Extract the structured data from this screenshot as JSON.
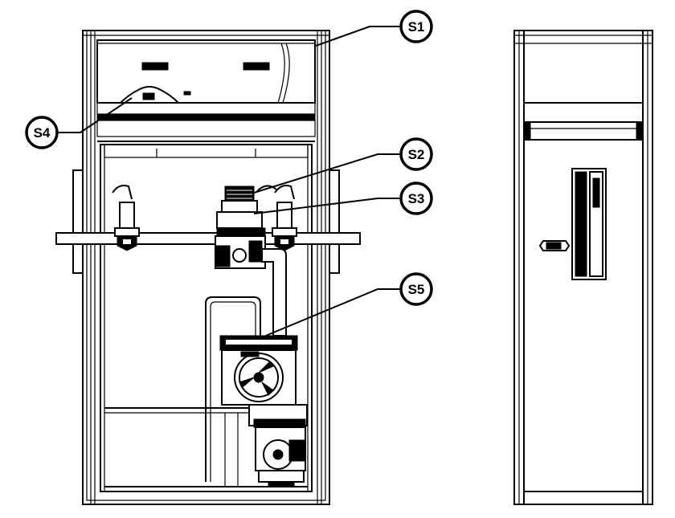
{
  "callouts": [
    {
      "id": "s1",
      "label": "S1"
    },
    {
      "id": "s2",
      "label": "S2"
    },
    {
      "id": "s3",
      "label": "S3"
    },
    {
      "id": "s4",
      "label": "S4"
    },
    {
      "id": "s5",
      "label": "S5"
    }
  ]
}
